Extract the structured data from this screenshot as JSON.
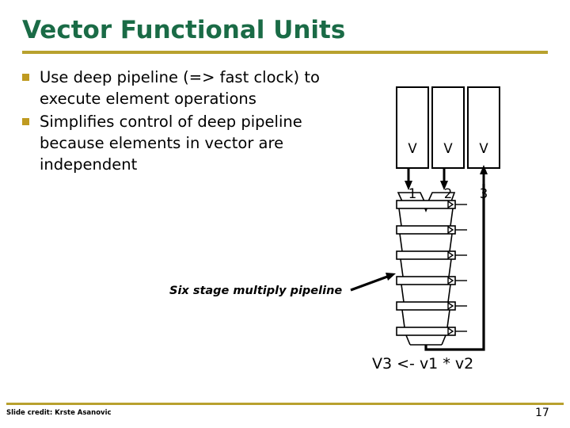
{
  "slide": {
    "title": "Vector Functional Units",
    "page_number": "17",
    "credit": "Slide credit: Krste Asanovic",
    "accent_color": "#B8A12E",
    "title_color": "#1A6B46",
    "bullet_marker_color": "#BF9A20"
  },
  "bullets": [
    {
      "text": "Use deep pipeline (=> fast clock) to execute element operations"
    },
    {
      "text": "Simplifies control of deep pipeline because elements in vector are independent"
    }
  ],
  "diagram": {
    "registers": [
      {
        "name": "V1",
        "line1": "V",
        "line2": "1"
      },
      {
        "name": "V2",
        "line1": "V",
        "line2": "2"
      },
      {
        "name": "V3",
        "line1": "V",
        "line2": "3"
      }
    ],
    "caption": "Six stage multiply pipeline",
    "stage_count": 6,
    "equation": "V3 <- v1 * v2"
  }
}
